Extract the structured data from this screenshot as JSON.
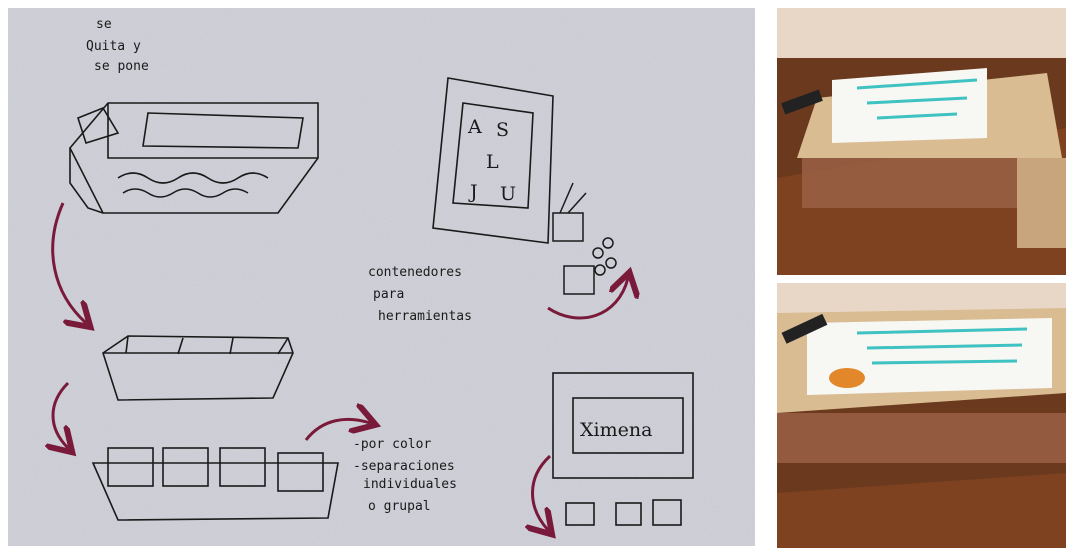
{
  "sketch": {
    "note_top": [
      "se",
      "Quita y",
      "se pone"
    ],
    "tools_label": [
      "contenedores",
      "para",
      "herramientas"
    ],
    "bullets": [
      "-por color",
      "-separaciones",
      "individuales",
      "o grupal"
    ],
    "board_name": "Ximena",
    "letters": [
      "A",
      "S",
      "L",
      "J",
      "U"
    ],
    "colors": {
      "paper": "#cfd0d8",
      "ink": "#1a1a1a",
      "arrow": "#7a1a3a"
    }
  },
  "photos": {
    "top": {
      "description_icon": "maze-tray-photo-icon"
    },
    "bottom": {
      "description_icon": "maze-tray-photo-icon"
    }
  }
}
